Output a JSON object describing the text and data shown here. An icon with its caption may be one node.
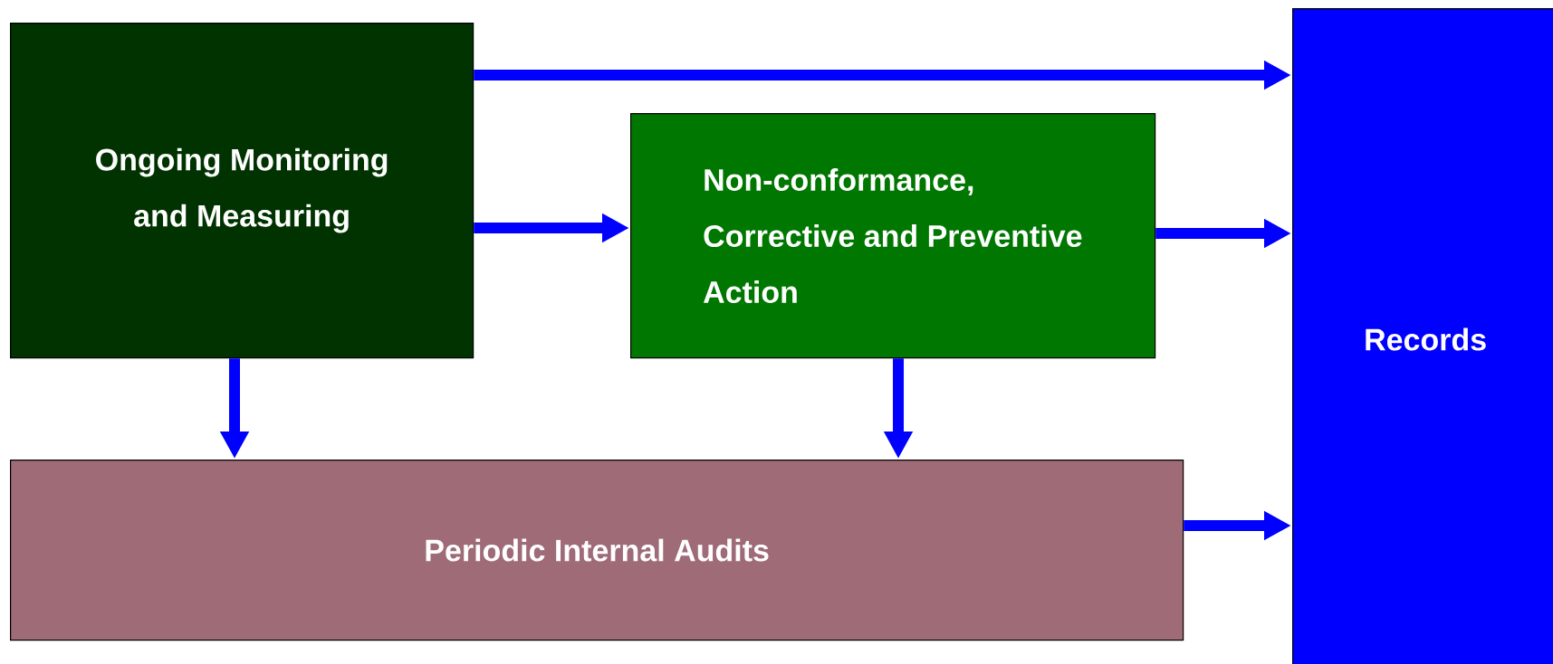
{
  "diagram": {
    "nodes": [
      {
        "text": [
          "Ongoing Monitoring and Measuring"
        ]
      },
      {
        "text": [
          "Non-conformance, Corrective and Preventive Action"
        ]
      },
      {
        "text": [
          "Periodic Internal Audits"
        ]
      },
      {
        "text": [
          "Records"
        ]
      }
    ],
    "edges": [
      {
        "from": 0,
        "to": 3,
        "arrow": "to"
      },
      {
        "from": 0,
        "to": 1,
        "arrow": "to"
      },
      {
        "from": 1,
        "to": 3,
        "arrow": "to"
      },
      {
        "from": 0,
        "to": 2,
        "arrow": "to"
      },
      {
        "from": 1,
        "to": 2,
        "arrow": "to"
      },
      {
        "from": 2,
        "to": 3,
        "arrow": "to"
      }
    ]
  }
}
